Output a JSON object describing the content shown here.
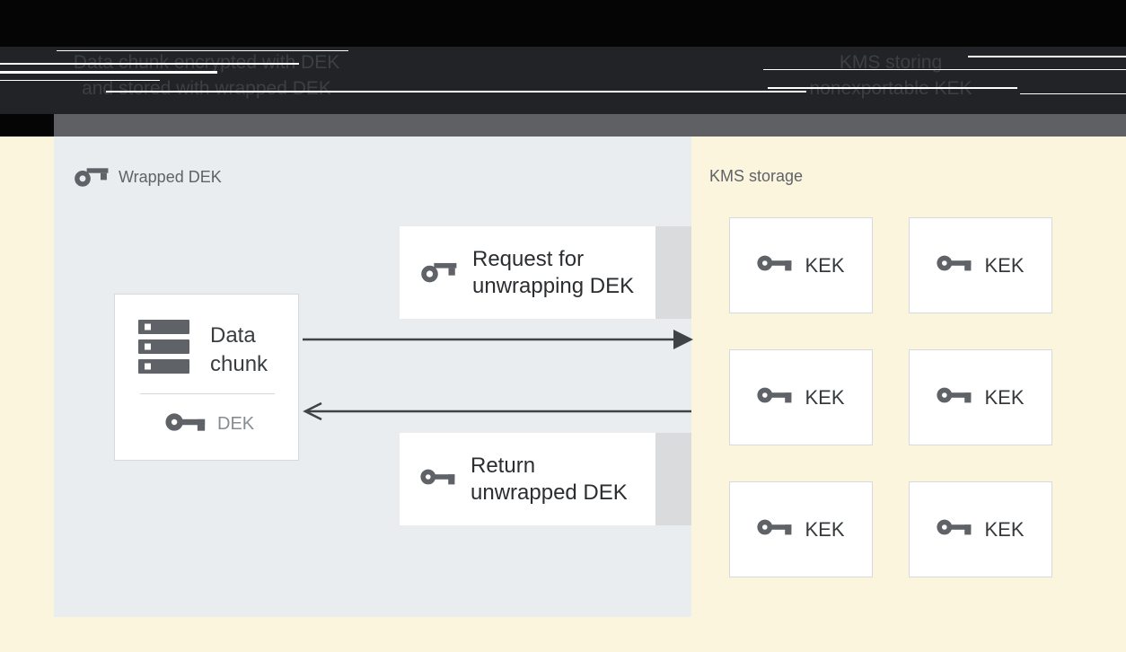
{
  "figure_captions": {
    "left_line1": "Data chunk encrypted with DEK",
    "left_line2": "and stored with wrapped DEK",
    "right_line1": "KMS storing",
    "right_line2": "nonexportable KEK"
  },
  "wrapped_dek_panel": {
    "label": "Wrapped DEK",
    "data_chunk_box": {
      "title_line1": "Data",
      "title_line2": "chunk",
      "key_label": "DEK"
    },
    "request_box": {
      "line1": "Request for",
      "line2": "unwrapping DEK"
    },
    "return_box": {
      "line1": "Return",
      "line2": "unwrapped DEK"
    }
  },
  "kms_panel": {
    "label": "KMS storage",
    "keks": [
      {
        "label": "KEK"
      },
      {
        "label": "KEK"
      },
      {
        "label": "KEK"
      },
      {
        "label": "KEK"
      },
      {
        "label": "KEK"
      },
      {
        "label": "KEK"
      }
    ]
  },
  "icons": {
    "wrapped_dek": "wrapped-key-icon",
    "data_chunk": "storage-stack-icon",
    "dek": "key-icon",
    "kek": "key-icon"
  },
  "colors": {
    "page_top_black": "#050505",
    "caption_band": "#212326",
    "gray_band": "#5f6063",
    "beige_background": "#fcf5de",
    "panel_background": "#e9edf0",
    "box_white": "#ffffff",
    "box_border": "#d7dadd",
    "box_side_strip": "#d9dbdd",
    "icon_gray": "#5f6368",
    "box_text_dark": "#2b2e31",
    "label_gray": "#5f6368",
    "dek_text_gray": "#878c91",
    "arrow_color": "#3f4346",
    "caption_text": "#3c4043",
    "streak_white": "#ffffff"
  }
}
